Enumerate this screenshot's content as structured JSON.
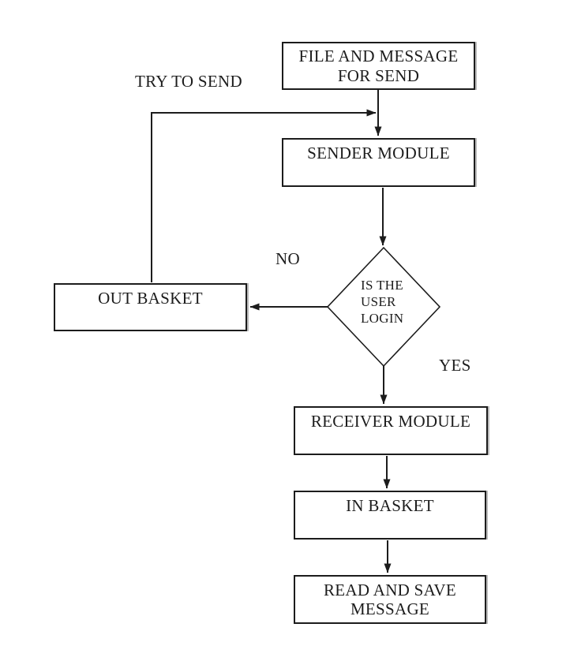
{
  "diagram": {
    "type": "flowchart",
    "colors": {
      "ink": "#1c1c1c",
      "background": "#ffffff"
    },
    "nodes": {
      "file_message": {
        "shape": "rect",
        "lines": [
          "FILE AND MESSAGE",
          "FOR SEND"
        ]
      },
      "sender_module": {
        "shape": "rect",
        "label": "SENDER MODULE"
      },
      "user_login_decision": {
        "shape": "diamond",
        "lines": [
          "IS THE",
          "USER",
          "LOGIN"
        ]
      },
      "out_basket": {
        "shape": "rect",
        "label": "OUT BASKET"
      },
      "receiver_module": {
        "shape": "rect",
        "label": "RECEIVER MODULE"
      },
      "in_basket": {
        "shape": "rect",
        "label": "IN BASKET"
      },
      "read_save_message": {
        "shape": "rect",
        "lines": [
          "READ AND SAVE",
          "MESSAGE"
        ]
      }
    },
    "edge_labels": {
      "try_to_send": "TRY TO SEND",
      "no": "NO",
      "yes": "YES"
    }
  }
}
